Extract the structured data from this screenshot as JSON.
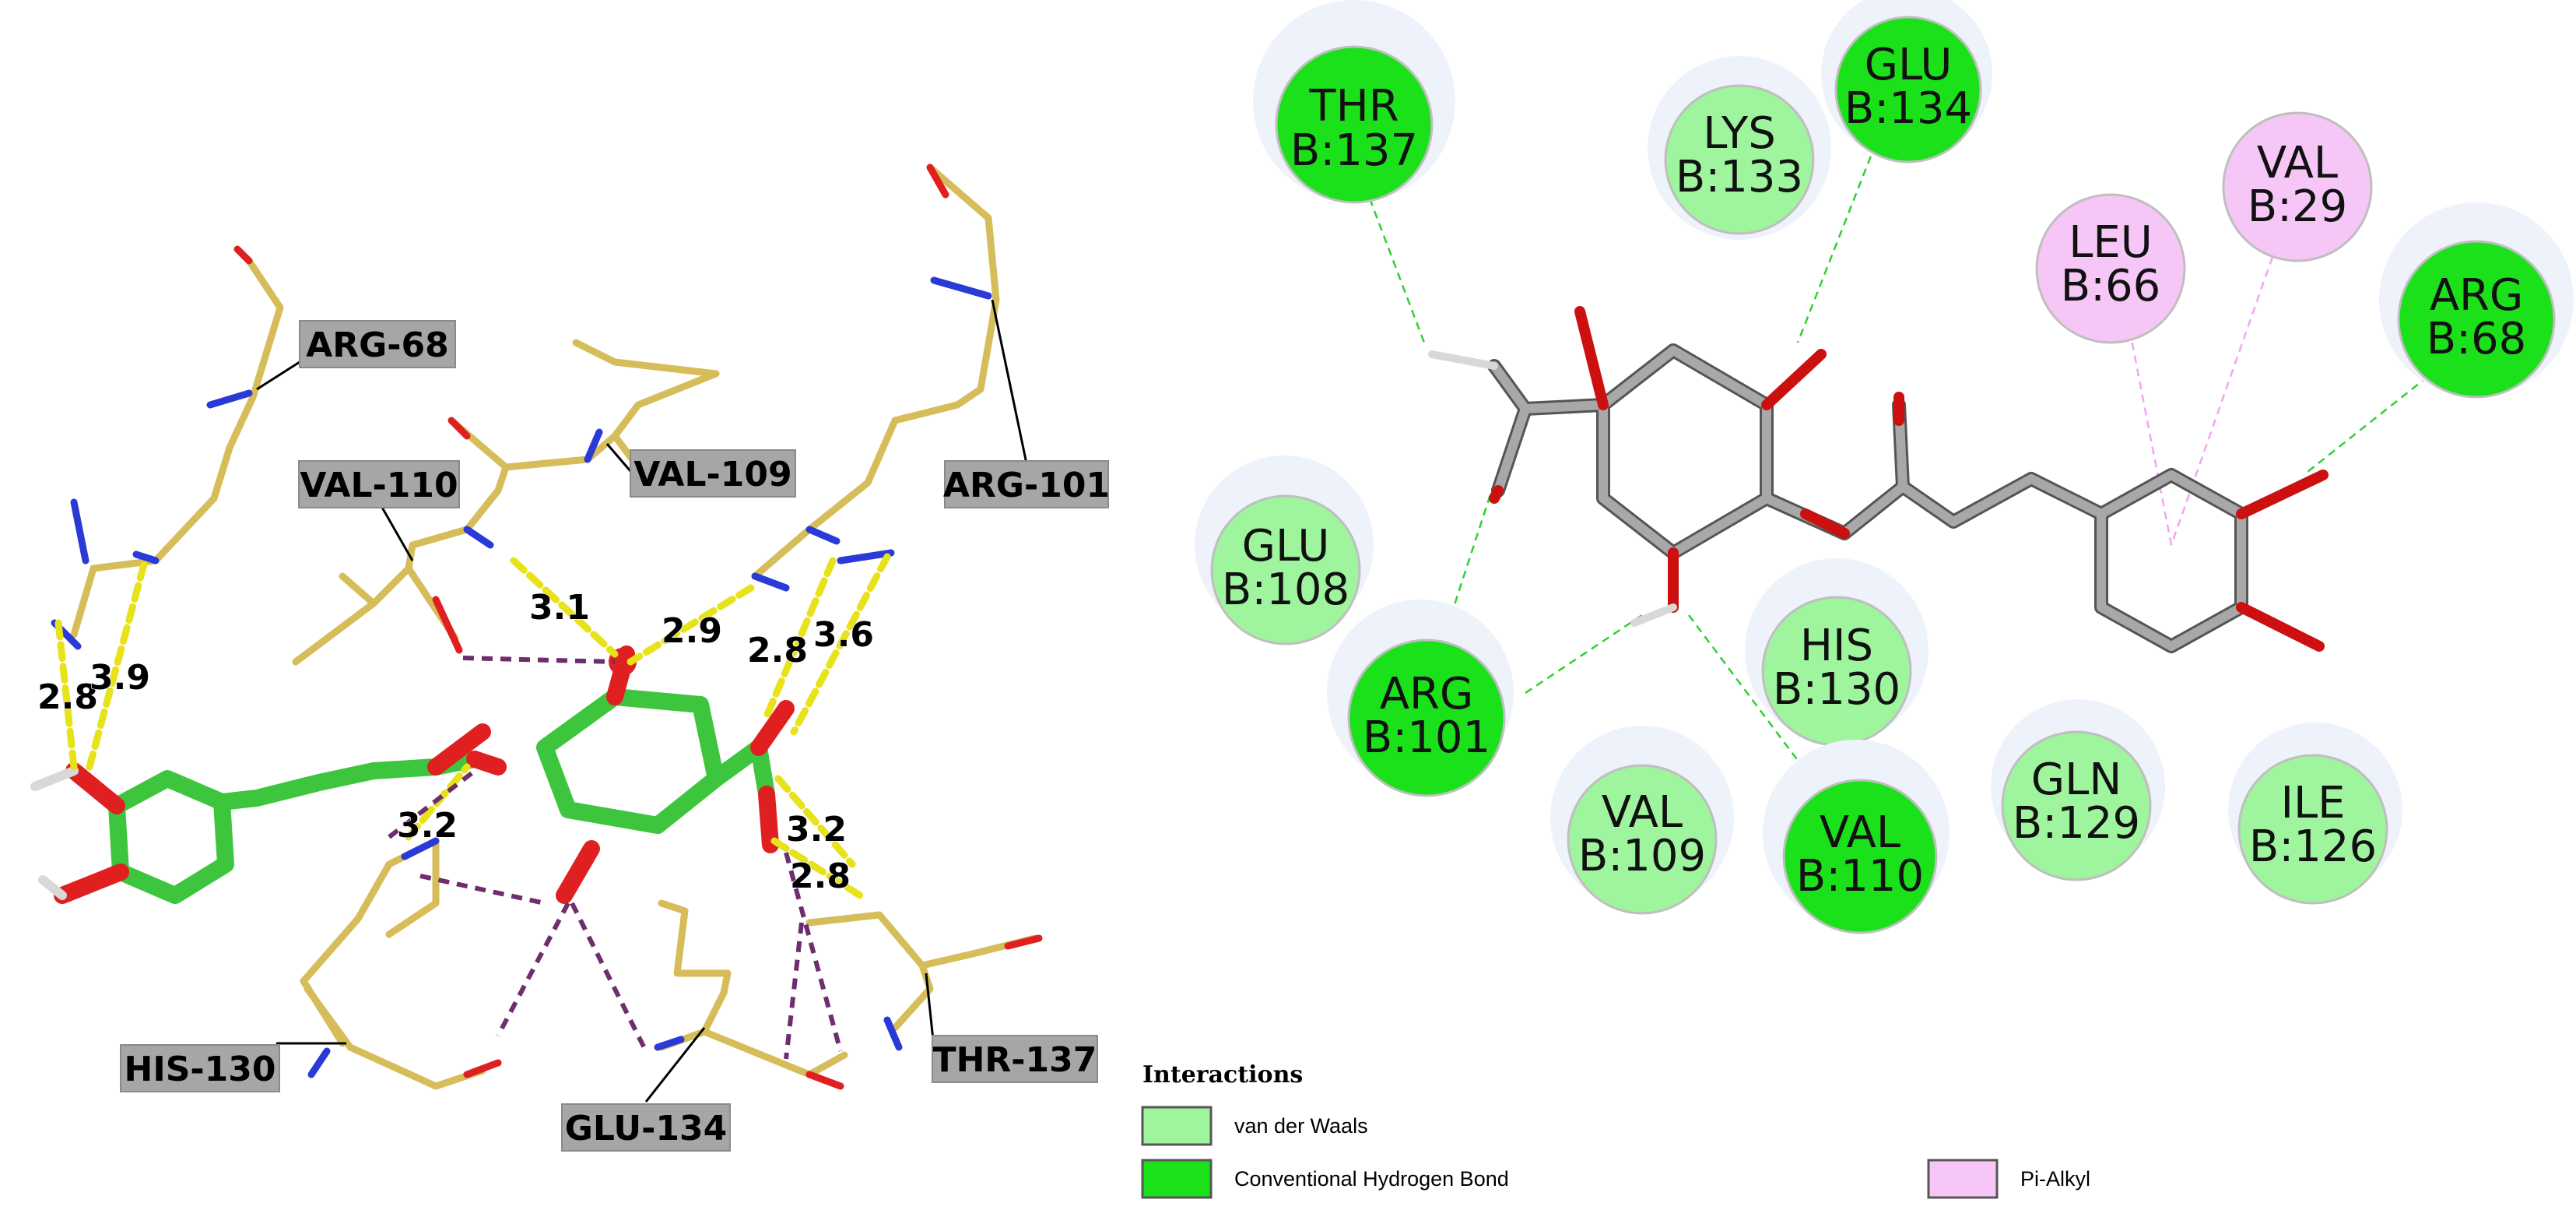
{
  "left_panel": {
    "residue_labels": [
      "ARG-68",
      "VAL-110",
      "VAL-109",
      "ARG-101",
      "HIS-130",
      "GLU-134",
      "THR-137"
    ],
    "distances": [
      "2.8",
      "3.9",
      "3.1",
      "2.9",
      "2.8",
      "3.6",
      "3.2",
      "3.2",
      "2.8"
    ]
  },
  "right_panel": {
    "residues": [
      {
        "name": "THR",
        "chain": "B:137",
        "type": "hbond"
      },
      {
        "name": "LYS",
        "chain": "B:133",
        "type": "vdw"
      },
      {
        "name": "GLU",
        "chain": "B:134",
        "type": "hbond"
      },
      {
        "name": "VAL",
        "chain": "B:29",
        "type": "pialkyl"
      },
      {
        "name": "LEU",
        "chain": "B:66",
        "type": "pialkyl"
      },
      {
        "name": "ARG",
        "chain": "B:68",
        "type": "hbond"
      },
      {
        "name": "GLU",
        "chain": "B:108",
        "type": "vdw"
      },
      {
        "name": "ARG",
        "chain": "B:101",
        "type": "hbond"
      },
      {
        "name": "HIS",
        "chain": "B:130",
        "type": "vdw"
      },
      {
        "name": "VAL",
        "chain": "B:109",
        "type": "vdw"
      },
      {
        "name": "VAL",
        "chain": "B:110",
        "type": "hbond"
      },
      {
        "name": "GLN",
        "chain": "B:129",
        "type": "vdw"
      },
      {
        "name": "ILE",
        "chain": "B:126",
        "type": "vdw"
      }
    ]
  },
  "legend": {
    "title": "Interactions",
    "items": [
      {
        "label": "van der Waals",
        "color": "#9ef59e"
      },
      {
        "label": "Conventional Hydrogen Bond",
        "color": "#1be11b"
      },
      {
        "label": "Pi-Alkyl",
        "color": "#f6c6f6"
      }
    ]
  },
  "colors": {
    "carbon_residue": "#d6bd5a",
    "carbon_ligand": "#3dc63d",
    "oxygen": "#e02020",
    "nitrogen": "#2a3ad6",
    "hydrogen": "#d8d8d8",
    "hbond_dash": "#e8e21a",
    "polar_contact": "#6e2e6e",
    "ligand_2d": "#999999",
    "vdw": "#9ef59e",
    "hbond": "#1be11b",
    "pialkyl": "#f6c6f6",
    "hbond_line": "#30d030",
    "pialkyl_line": "#f4a3f4"
  }
}
